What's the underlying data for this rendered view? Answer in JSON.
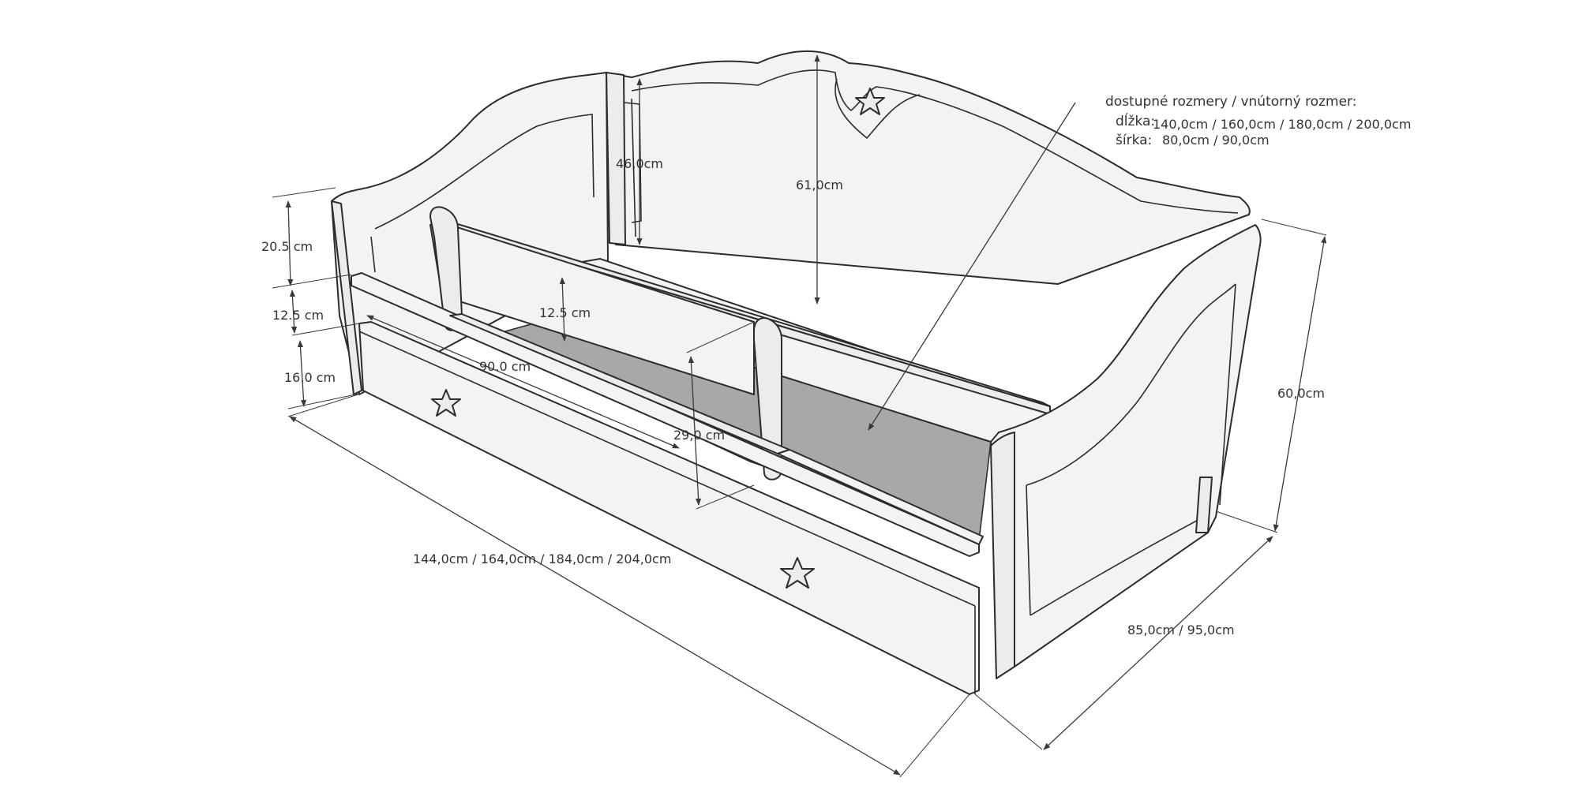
{
  "colors": {
    "line": "#2c2c2c",
    "panel": "#ececec",
    "mattress": "#a8a8a8",
    "text": "#333333"
  },
  "info": {
    "heading": "dostupné rozmery / vnútorný rozmer:",
    "length_label": "dĺžka:",
    "length_values": "140,0cm / 160,0cm / 180,0cm / 200,0cm",
    "width_label": "šírka:",
    "width_values": "80,0cm / 90,0cm"
  },
  "dimensions": {
    "backrest_inner": "46,0cm",
    "backrest_height": "61,0cm",
    "guard_top": "20.5 cm",
    "guard_mid": "12.5 cm",
    "base": "16.0 cm",
    "inner_rail": "12.5 cm",
    "opening_width": "90.0 cm",
    "guard_height": "29,0 cm",
    "total_height": "60,0cm",
    "total_length": "144,0cm / 164,0cm / 184,0cm / 204,0cm",
    "total_width": "85,0cm / 95,0cm"
  },
  "icons": [
    "star-icon"
  ]
}
